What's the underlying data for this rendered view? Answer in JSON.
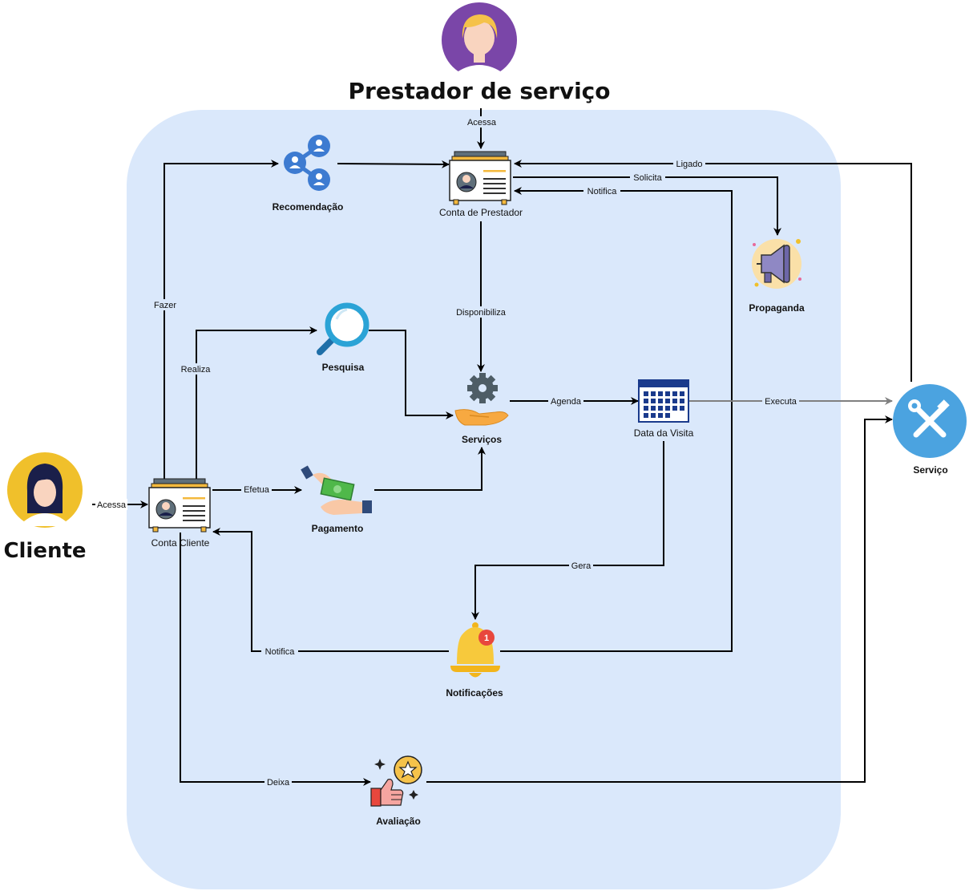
{
  "actors": {
    "provider": {
      "title": "Prestador de serviço"
    },
    "client": {
      "title": "Cliente"
    }
  },
  "nodes": {
    "conta_prestador": "Conta de Prestador",
    "recomendacao": "Recomendação",
    "propaganda": "Propaganda",
    "pesquisa": "Pesquisa",
    "servicos": "Serviços",
    "data_visita": "Data da Visita",
    "servico": "Serviço",
    "conta_cliente": "Conta Cliente",
    "pagamento": "Pagamento",
    "notificacoes": "Notificações",
    "avaliacao": "Avaliação"
  },
  "edges": {
    "acessa_prestador": "Acessa",
    "ligado": "Ligado",
    "solicita": "Solicita",
    "notifica_prestador": "Notifica",
    "disponibiliza": "Disponibiliza",
    "fazer": "Fazer",
    "realiza": "Realiza",
    "agenda": "Agenda",
    "executa": "Executa",
    "acessa_cliente": "Acessa",
    "efetua": "Efetua",
    "gera": "Gera",
    "notifica_cliente": "Notifica",
    "deixa": "Deixa"
  },
  "notification_count": "1",
  "colors": {
    "system_bg": "#dae8fb",
    "provider_avatar_bg": "#7a46a8",
    "client_avatar_bg": "#f0c02b",
    "servico_circle": "#4ba3e0",
    "calendar": "#1a3a8c",
    "share_icon": "#3d7bd1",
    "search_icon": "#2ba3d6"
  }
}
